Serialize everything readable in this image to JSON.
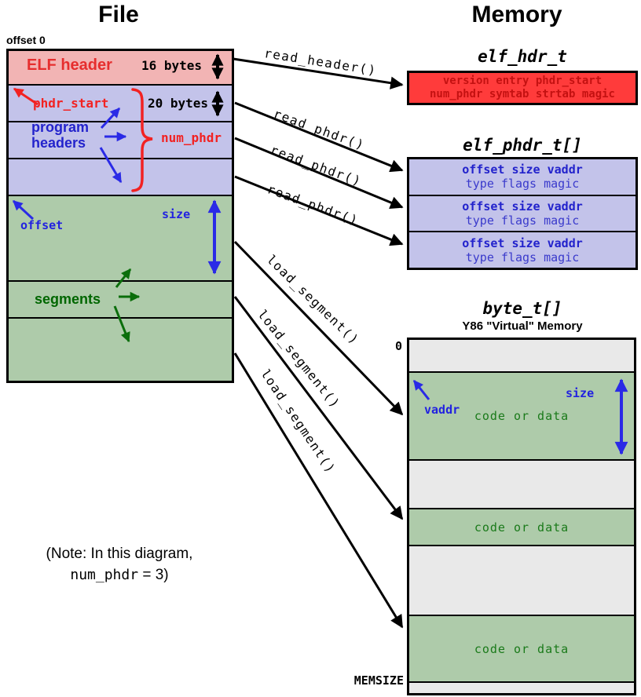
{
  "headers": {
    "file": "File",
    "memory": "Memory"
  },
  "file_box": {
    "offset_zero": "offset 0",
    "elf_header_label": "ELF header",
    "elf_header_size": "16 bytes",
    "phdr_size": "20 bytes",
    "phdr_start": "phdr_start",
    "num_phdr": "num_phdr",
    "program_headers": "program headers",
    "offset_label": "offset",
    "size_label": "size",
    "segments_label": "segments"
  },
  "memory": {
    "elf_hdr": {
      "title": "elf_hdr_t",
      "line1": "version entry phdr_start",
      "line2": "num_phdr symtab strtab magic"
    },
    "elf_phdr": {
      "title": "elf_phdr_t[]",
      "rows": [
        {
          "line1": "offset size vaddr",
          "line2": "type flags magic"
        },
        {
          "line1": "offset size vaddr",
          "line2": "type flags magic"
        },
        {
          "line1": "offset size vaddr",
          "line2": "type flags magic"
        }
      ]
    },
    "byte": {
      "title": "byte_t[]",
      "subtitle": "Y86 \"Virtual\" Memory",
      "zero": "0",
      "memsize": "MEMSIZE",
      "vaddr": "vaddr",
      "size": "size",
      "code_or_data": "code or data"
    }
  },
  "calls": {
    "read_header": "read_header()",
    "read_phdr": "read_phdr()",
    "load_segment": "load_segment()"
  },
  "note": {
    "line1": "(Note: In this diagram,",
    "code": "num_phdr",
    "rest": " = 3)"
  },
  "colors": {
    "elf_header_fill": "#f2b4b4",
    "phdr_fill": "#c3c3ea",
    "segment_fill": "#aecbaa",
    "memory_gray": "#e9e9e9",
    "hdr_red_fill": "#ff3b3b",
    "hdr_red_text": "#c41111",
    "red_accent": "#f22222",
    "blue_accent": "#2222e0",
    "green_accent": "#1a7a1a",
    "dark_green": "#006600"
  }
}
